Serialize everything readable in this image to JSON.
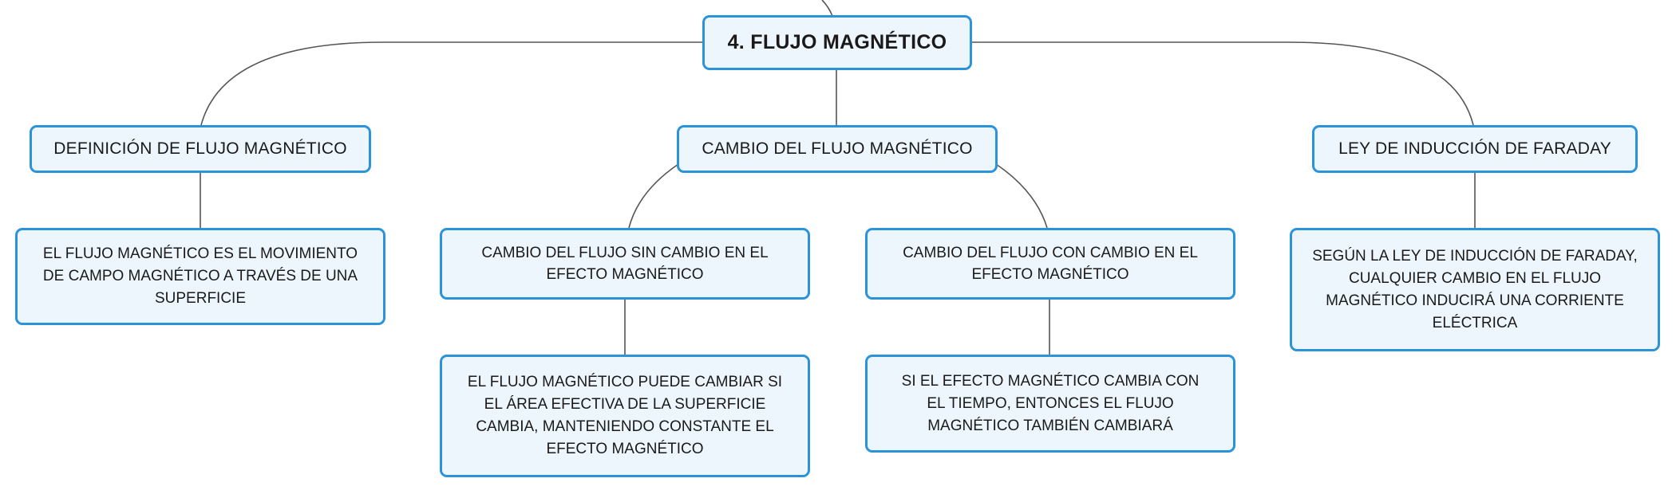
{
  "diagram": {
    "root": {
      "label": "4. FLUJO MAGNÉTICO"
    },
    "branches": [
      {
        "label": "DEFINICIÓN DE FLUJO MAGNÉTICO",
        "children": [
          {
            "label": "EL FLUJO MAGNÉTICO ES EL MOVIMIENTO DE CAMPO MAGNÉTICO A TRAVÉS DE UNA SUPERFICIE"
          }
        ]
      },
      {
        "label": "CAMBIO DEL FLUJO MAGNÉTICO",
        "children": [
          {
            "label": "CAMBIO DEL FLUJO SIN CAMBIO EN EL EFECTO MAGNÉTICO",
            "detail": "EL FLUJO MAGNÉTICO PUEDE CAMBIAR SI EL ÁREA EFECTIVA DE LA SUPERFICIE CAMBIA, MANTENIENDO CONSTANTE EL EFECTO MAGNÉTICO"
          },
          {
            "label": "CAMBIO DEL FLUJO CON CAMBIO EN EL EFECTO MAGNÉTICO",
            "detail": "SI EL EFECTO MAGNÉTICO CAMBIA CON EL TIEMPO, ENTONCES EL FLUJO MAGNÉTICO TAMBIÉN CAMBIARÁ"
          }
        ]
      },
      {
        "label": "LEY DE INDUCCIÓN DE FARADAY",
        "children": [
          {
            "label": "SEGÚN LA LEY DE INDUCCIÓN DE FARADAY, CUALQUIER CAMBIO EN EL FLUJO MAGNÉTICO INDUCIRÁ UNA CORRIENTE ELÉCTRICA"
          }
        ]
      }
    ]
  },
  "colors": {
    "node_border": "#2b93d9",
    "node_fill": "#eef6fd",
    "connector": "#555555",
    "text": "#1a1a1a"
  }
}
